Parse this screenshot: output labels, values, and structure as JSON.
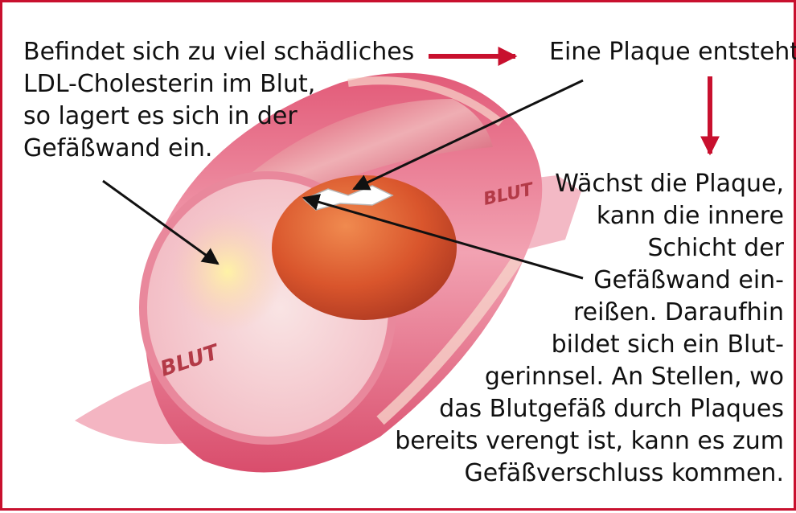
{
  "colors": {
    "frame": "#c8102e",
    "arrow_red": "#c8102e",
    "arrow_black": "#111111",
    "vessel": "#e8899a",
    "plaque": "#d9552c"
  },
  "texts": {
    "left": [
      "Befindet sich zu viel schädliches",
      "LDL-Cholesterin im Blut,",
      "so lagert es sich in der",
      "Gefäßwand ein."
    ],
    "top": [
      "Eine Plaque entsteht."
    ],
    "right": [
      "Wächst die Plaque,",
      "kann die innere",
      "Schicht der",
      "Gefäßwand ein-",
      "reißen. Daraufhin",
      "bildet sich ein Blut-",
      "gerinnsel. An Stellen, wo",
      "das Blutgefäß durch Plaques",
      "bereits verengt ist, kann es zum",
      "Gefäßverschluss kommen."
    ]
  },
  "illustration": {
    "labels": [
      "BLUT",
      "BLUT"
    ]
  }
}
